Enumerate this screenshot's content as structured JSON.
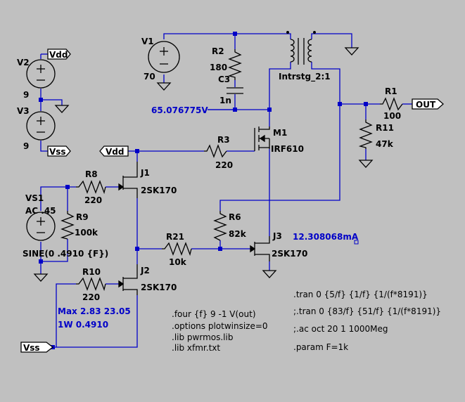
{
  "components": {
    "v1": {
      "name": "V1",
      "value": "70"
    },
    "v2": {
      "name": "V2",
      "value": "9"
    },
    "v3": {
      "name": "V3",
      "value": "9"
    },
    "vs1": {
      "name": "VS1",
      "ac": "AC .45",
      "sine": "SINE(0 .4910 {F})"
    },
    "r1": {
      "name": "R1",
      "value": "100"
    },
    "r2": {
      "name": "R2",
      "value": "180"
    },
    "r3": {
      "name": "R3",
      "value": "220"
    },
    "r6": {
      "name": "R6",
      "value": "82k"
    },
    "r8": {
      "name": "R8",
      "value": "220"
    },
    "r9": {
      "name": "R9",
      "value": "100k"
    },
    "r10": {
      "name": "R10",
      "value": "220"
    },
    "r11": {
      "name": "R11",
      "value": "47k"
    },
    "r21": {
      "name": "R21",
      "value": "10k"
    },
    "c3": {
      "name": "C3",
      "value": "1n"
    },
    "m1": {
      "name": "M1",
      "value": "IRF610"
    },
    "j1": {
      "name": "J1",
      "value": "2SK170"
    },
    "j2": {
      "name": "J2",
      "value": "2SK170"
    },
    "j3": {
      "name": "J3",
      "value": "2SK170"
    },
    "transformer": {
      "name": "Intrstg_2:1"
    }
  },
  "nets": {
    "vdd": "Vdd",
    "vss": "Vss",
    "out": "OUT"
  },
  "probes": {
    "drain_voltage": "65.076775V",
    "j3_current": "12.308068mA",
    "max_line": "Max  2.83  23.05",
    "power_line": "1W    0.4910"
  },
  "directives": {
    "four": ".four {f} 9 -1 V(out)",
    "options": ".options plotwinsize=0",
    "lib1": ".lib pwrmos.lib",
    "lib2": ".lib xfmr.txt",
    "tran1": ".tran 0 {5/f} {1/f} {1/(f*8191)}",
    "tran2": ";.tran 0 {83/f} {51/f} {1/(f*8191)}",
    "ac": ";.ac oct 20 1 1000Meg",
    "param": ".param F=1k"
  }
}
